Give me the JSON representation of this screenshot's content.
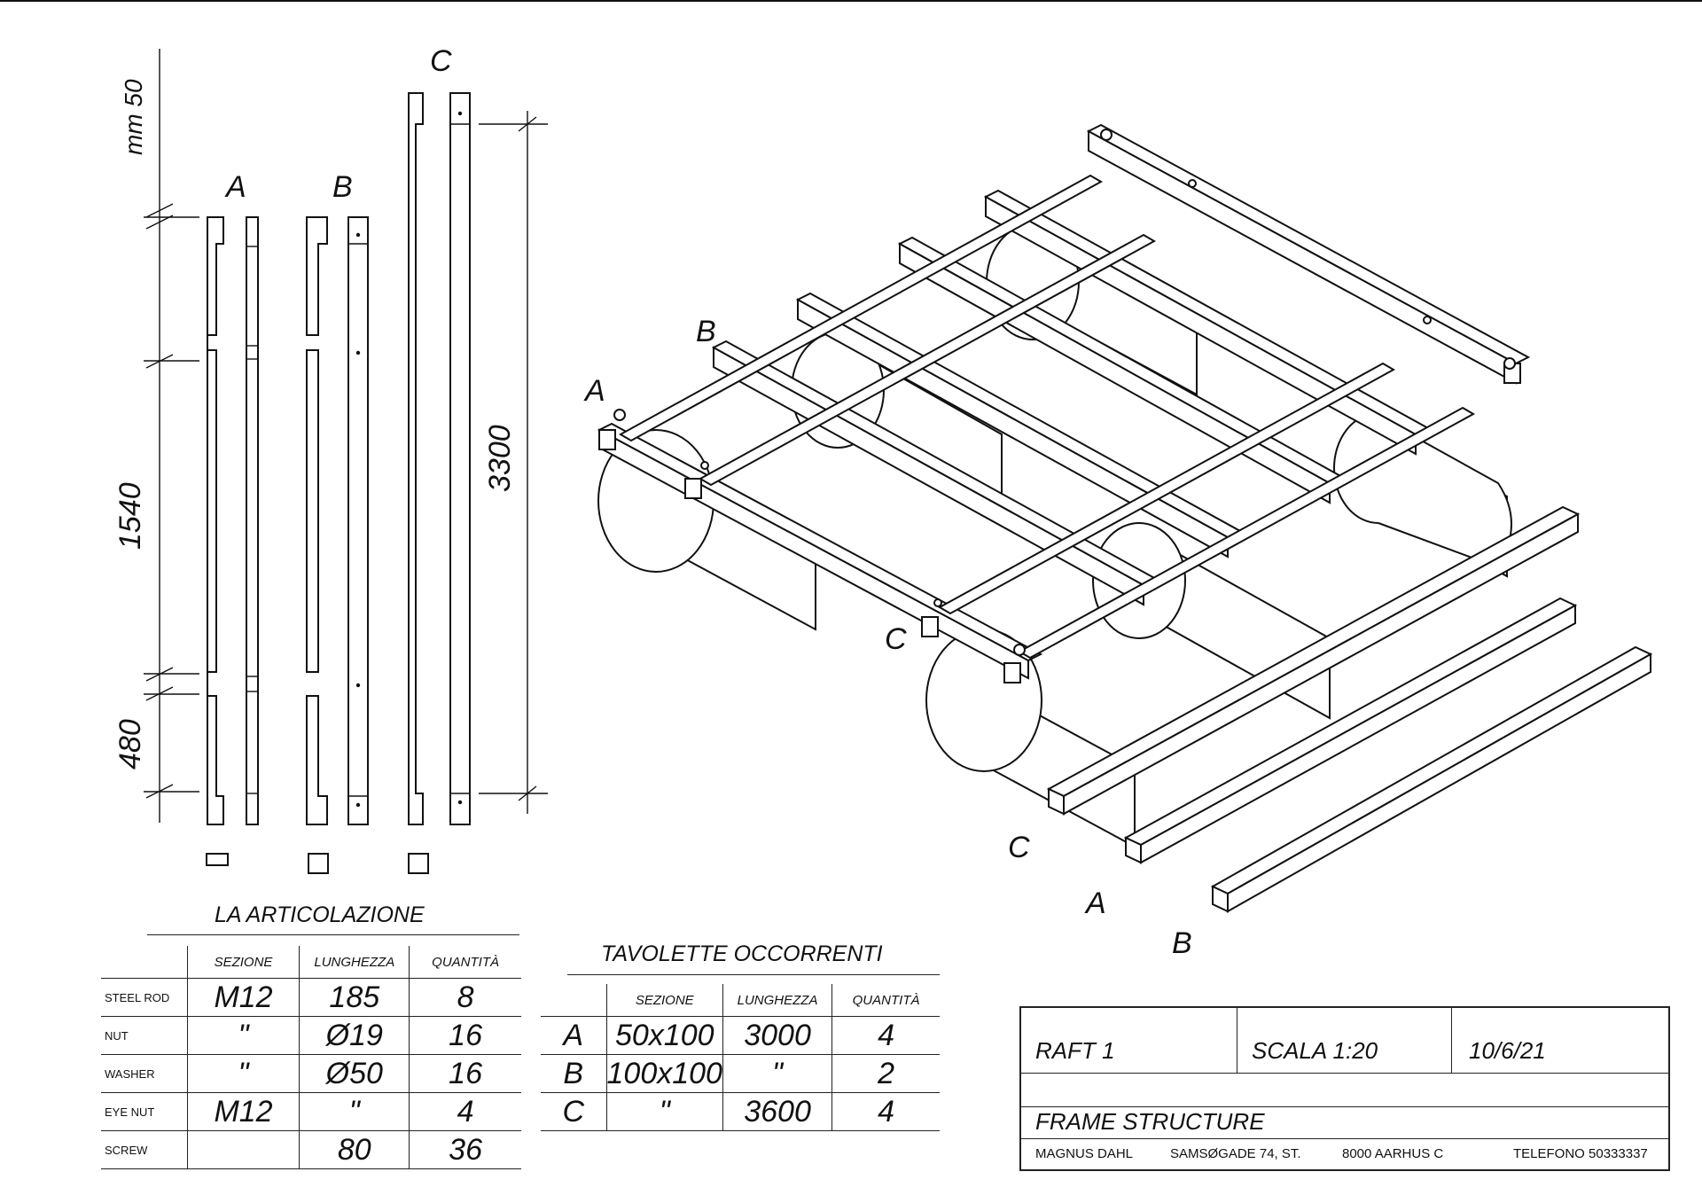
{
  "dimensions": {
    "unit": "mm 50",
    "d1540": "1540",
    "d480": "480",
    "d3300": "3300"
  },
  "labels": {
    "a": "A",
    "b": "B",
    "c": "C"
  },
  "articolazione": {
    "title": "LA ARTICOLAZIONE",
    "headers": [
      "SEZIONE",
      "LUNGHEZZA",
      "QUANTITÀ"
    ],
    "rows": [
      {
        "name": "STEEL ROD",
        "sezione": "M12",
        "lunghezza": "185",
        "quantita": "8"
      },
      {
        "name": "NUT",
        "sezione": "\"",
        "lunghezza": "Ø19",
        "quantita": "16"
      },
      {
        "name": "WASHER",
        "sezione": "\"",
        "lunghezza": "Ø50",
        "quantita": "16"
      },
      {
        "name": "EYE NUT",
        "sezione": "M12",
        "lunghezza": "\"",
        "quantita": "4"
      },
      {
        "name": "SCREW",
        "sezione": "",
        "lunghezza": "80",
        "quantita": "36"
      }
    ]
  },
  "tavolette": {
    "title": "TAVOLETTE OCCORRENTI",
    "headers": [
      "SEZIONE",
      "LUNGHEZZA",
      "QUANTITÀ"
    ],
    "rows": [
      {
        "name": "A",
        "sezione": "50x100",
        "lunghezza": "3000",
        "quantita": "4"
      },
      {
        "name": "B",
        "sezione": "100x100",
        "lunghezza": "\"",
        "quantita": "2"
      },
      {
        "name": "C",
        "sezione": "\"",
        "lunghezza": "3600",
        "quantita": "4"
      }
    ]
  },
  "title_block": {
    "name": "RAFT 1",
    "scale": "SCALA 1:20",
    "date": "10/6/21",
    "subject": "FRAME STRUCTURE",
    "author": "MAGNUS DAHL",
    "street": "SAMSØGADE 74, ST.",
    "city": "8000 AARHUS C",
    "phone": "TELEFONO 50333337"
  }
}
